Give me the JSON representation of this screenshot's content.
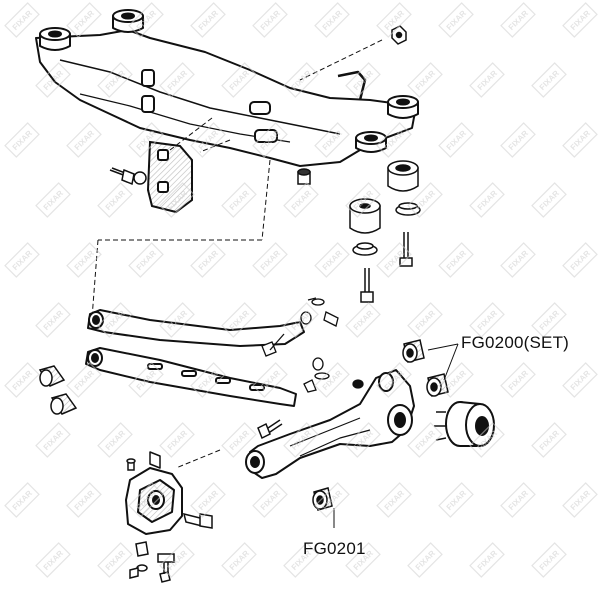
{
  "parts": [
    {
      "id": "fg0200",
      "label": "FG0200(SET)"
    },
    {
      "id": "fg0201",
      "label": "FG0201"
    }
  ],
  "watermark": {
    "text": "FIXAR",
    "color": "#cfcfcf"
  },
  "colors": {
    "line": "#111111",
    "shade": "#bdbdbd",
    "background": "#ffffff"
  }
}
